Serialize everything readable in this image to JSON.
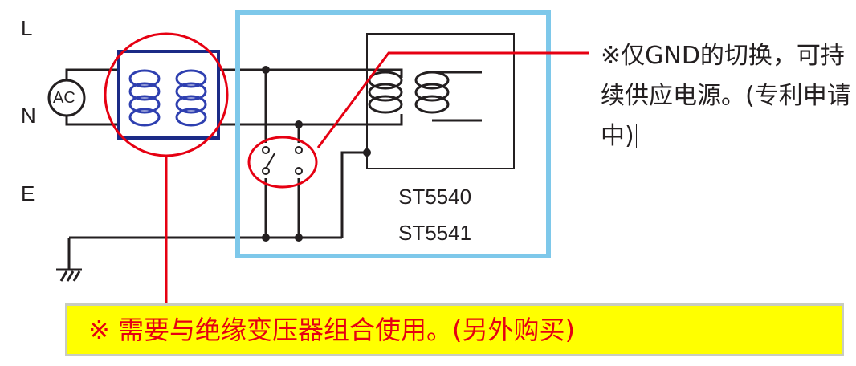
{
  "labels": {
    "line": "L",
    "neutral": "N",
    "earth": "E",
    "source": "AC"
  },
  "models": {
    "first": "ST5540",
    "second": "ST5541"
  },
  "note": {
    "text": "※仅GND的切换，可持续供应电源。(专利申请中)"
  },
  "warning": {
    "text": "※ 需要与绝缘变压器组合使用。(另外购买)"
  },
  "colors": {
    "line": "#231f20",
    "highlight": "#e60012",
    "box": "#7ec8ea",
    "transformer": "#1b2a86",
    "coil": "#2e3fb0",
    "banner": "#ffff00"
  },
  "icons": {
    "ground": "ground-symbol-icon",
    "switch": "switch-icon",
    "coil": "coil-icon"
  }
}
